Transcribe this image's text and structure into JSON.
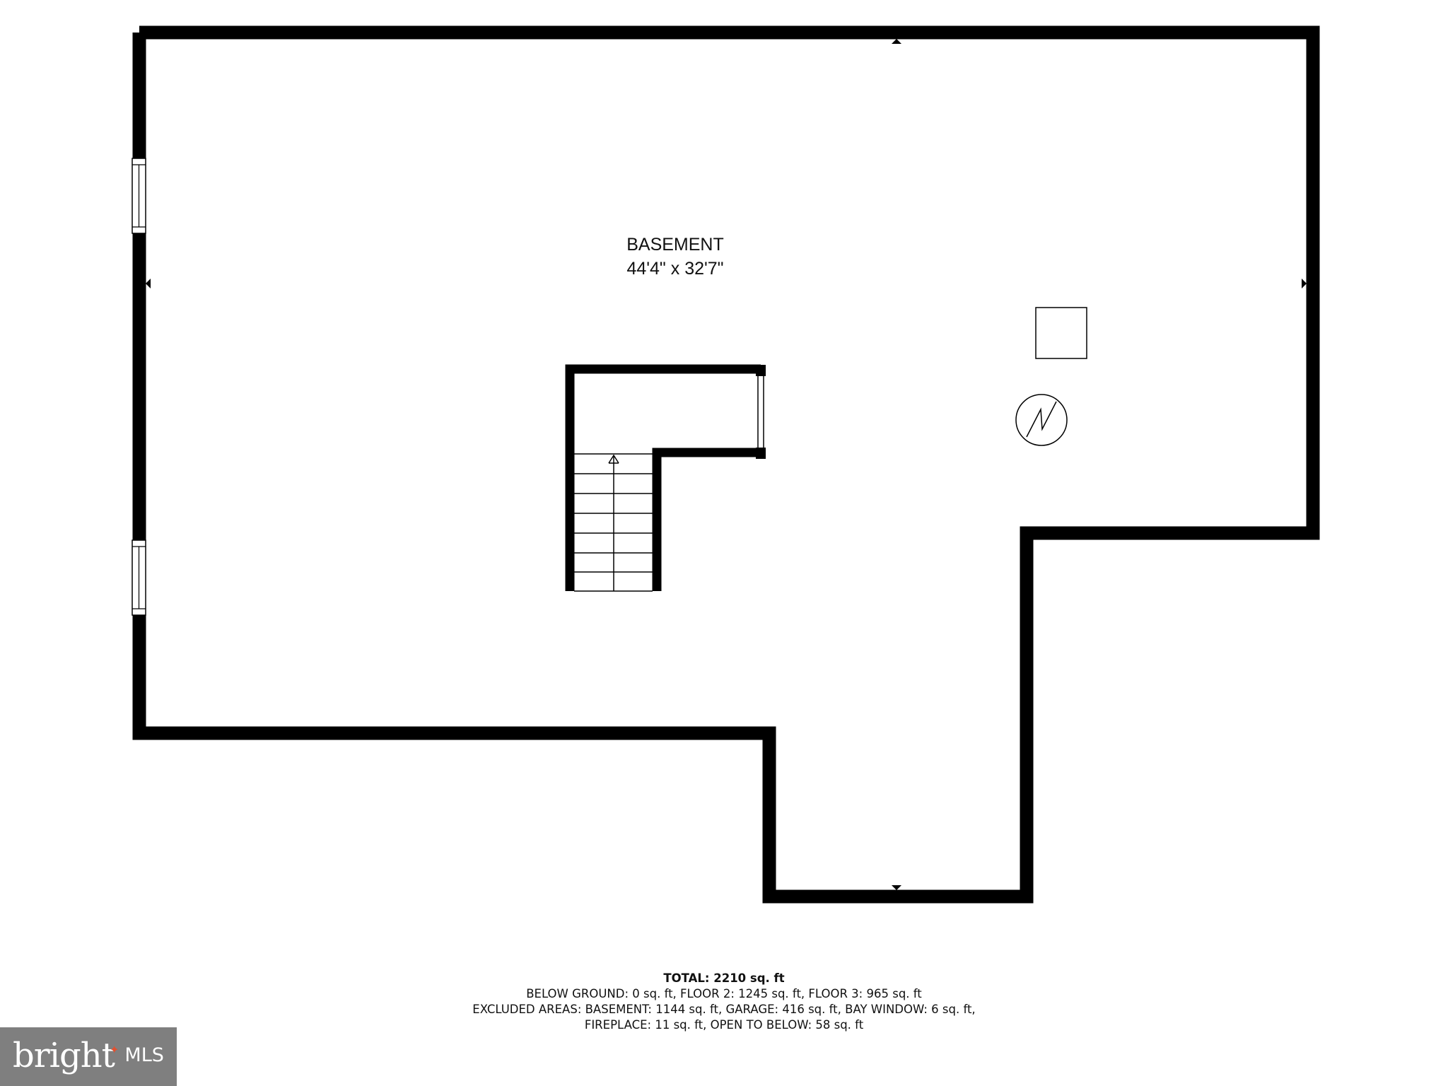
{
  "room": {
    "name": "BASEMENT",
    "dimensions": "44'4\" x 32'7\""
  },
  "summary": {
    "total": "TOTAL: 2210 sq. ft",
    "line1": "BELOW GROUND: 0 sq. ft, FLOOR 2: 1245 sq. ft, FLOOR 3: 965 sq. ft",
    "line2": "EXCLUDED AREAS: BASEMENT: 1144 sq. ft, GARAGE: 416 sq. ft, BAY WINDOW: 6 sq. ft,",
    "line3": "FIREPLACE: 11 sq. ft, OPEN TO BELOW: 58 sq. ft"
  },
  "logo": {
    "brand": "bright",
    "suffix": "MLS",
    "colors": {
      "background": "#7f7f7f",
      "text": "#ffffff",
      "accent": "#e2502f"
    }
  },
  "colors": {
    "wall": "#000000",
    "background": "#ffffff"
  },
  "icons": {
    "window": "window-opening-icon",
    "stairs": "staircase-icon",
    "up_arrow": "arrow-up-icon",
    "fixture": "square-fixture-icon",
    "water_heater": "water-heater-icon",
    "dimension_marker": "triangle-marker-icon"
  }
}
